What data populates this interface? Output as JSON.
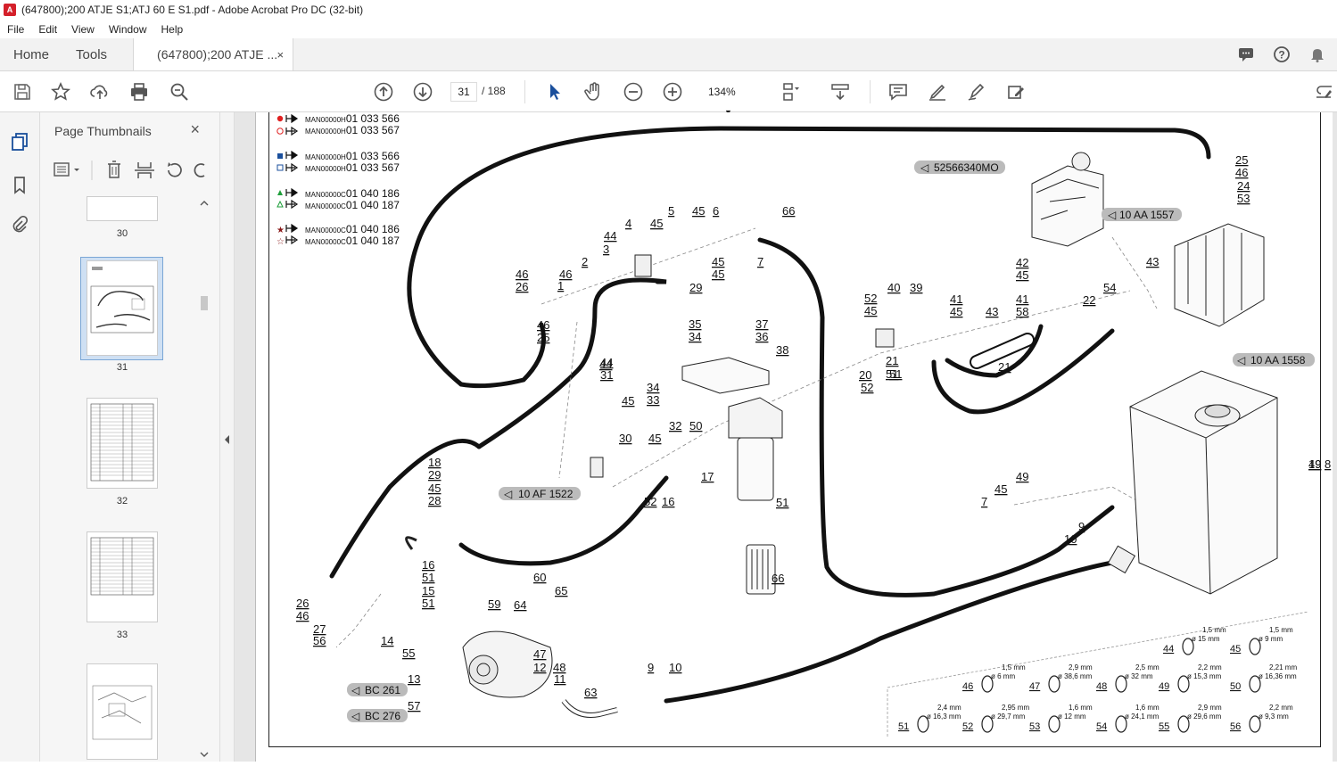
{
  "window": {
    "title": "(647800);200 ATJE S1;ATJ 60 E S1.pdf - Adobe Acrobat Pro DC (32-bit)"
  },
  "menu": [
    "File",
    "Edit",
    "View",
    "Window",
    "Help"
  ],
  "tabs": {
    "home": "Home",
    "tools": "Tools",
    "document": "(647800);200 ATJE ...",
    "close": "×"
  },
  "toolbar": {
    "current_page": "31",
    "page_count": "/ 188",
    "zoom": "134%"
  },
  "thumbnails": {
    "title": "Page Thumbnails",
    "close": "×",
    "pages": [
      "30",
      "31",
      "32",
      "33"
    ]
  },
  "legend": [
    {
      "code": "MAN00000H",
      "num": "01 033 566"
    },
    {
      "code": "MAN00000H",
      "num": "01 033 567"
    },
    {
      "code": "MAN00000H",
      "num": "01 033 566"
    },
    {
      "code": "MAN00000H",
      "num": "01 033 567"
    },
    {
      "code": "MAN00000C",
      "num": "01 040 186"
    },
    {
      "code": "MAN00000C",
      "num": "01 040 187"
    },
    {
      "code": "MAN00000C",
      "num": "01 040 186"
    },
    {
      "code": "MAN00000C",
      "num": "01 040 187"
    }
  ],
  "refs": {
    "r1": "52566340MO",
    "r2": "10 AA 1557",
    "r3": "10 AA 1558",
    "r4": "10 AF 1522",
    "r5": "BC 261",
    "r6": "BC 276"
  },
  "seals": [
    {
      "n": "44",
      "a": "1,5 mm",
      "b": "15 mm"
    },
    {
      "n": "45",
      "a": "1,5 mm",
      "b": "9 mm"
    },
    {
      "n": "46",
      "a": "1,5 mm",
      "b": "6 mm"
    },
    {
      "n": "47",
      "a": "2,9 mm",
      "b": "38,6 mm"
    },
    {
      "n": "48",
      "a": "2,5 mm",
      "b": "32 mm"
    },
    {
      "n": "49",
      "a": "2,2 mm",
      "b": "15,3 mm"
    },
    {
      "n": "50",
      "a": "2,21 mm",
      "b": "16,36 mm"
    },
    {
      "n": "51",
      "a": "2,4 mm",
      "b": "16,3 mm"
    },
    {
      "n": "52",
      "a": "2,95 mm",
      "b": "29,7 mm"
    },
    {
      "n": "53",
      "a": "1,6 mm",
      "b": "12 mm"
    },
    {
      "n": "54",
      "a": "1,6 mm",
      "b": "24,1 mm"
    },
    {
      "n": "55",
      "a": "2,9 mm",
      "b": "29,6 mm"
    },
    {
      "n": "56",
      "a": "2,2 mm",
      "b": "9,3 mm"
    }
  ],
  "callouts": [
    "25",
    "46",
    "24",
    "53",
    "66",
    "5",
    "45",
    "6",
    "4",
    "45",
    "3",
    "44",
    "2",
    "46",
    "1",
    "46",
    "26",
    "7",
    "45",
    "45",
    "29",
    "46",
    "25",
    "44",
    "42",
    "45",
    "40",
    "39",
    "52",
    "45",
    "41",
    "45",
    "41",
    "58",
    "43",
    "21",
    "51",
    "22",
    "54",
    "43",
    "21",
    "51",
    "20",
    "52",
    "35",
    "34",
    "37",
    "36",
    "38",
    "44",
    "31",
    "34",
    "33",
    "45",
    "30",
    "45",
    "32",
    "50",
    "17",
    "52",
    "16",
    "51",
    "18",
    "29",
    "45",
    "28",
    "49",
    "19",
    "8",
    "49",
    "45",
    "7",
    "66",
    "9",
    "10",
    "16",
    "51",
    "15",
    "51",
    "26",
    "46",
    "27",
    "56",
    "14",
    "55",
    "60",
    "65",
    "59",
    "64",
    "47",
    "12",
    "48",
    "11",
    "63",
    "13",
    "57",
    "9",
    "10"
  ],
  "colors": {
    "accent_blue": "#1a4f9c",
    "legend_red": "#e02020",
    "legend_green": "#1e9e3a",
    "legend_darkred": "#8b1a1a"
  }
}
